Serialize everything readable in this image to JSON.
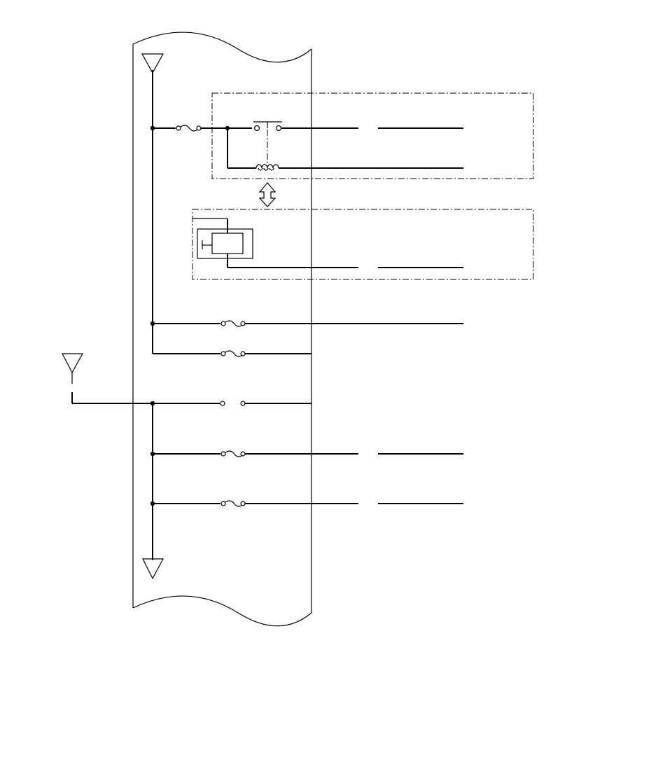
{
  "diagram": {
    "type": "electrical-wiring-diagram",
    "colors": {
      "line": "#000000",
      "background": "#ffffff"
    },
    "ground_symbols": [
      {
        "name": "ground-top-icon"
      },
      {
        "name": "ground-left-icon"
      },
      {
        "name": "ground-bottom-icon"
      }
    ],
    "circuits": [
      {
        "name": "circuit-1-fuse-relay-switch"
      },
      {
        "name": "circuit-2-relay-coil"
      },
      {
        "name": "circuit-3-control-module"
      },
      {
        "name": "circuit-4-fuse"
      },
      {
        "name": "circuit-5-fuse"
      },
      {
        "name": "circuit-6-open-contact"
      },
      {
        "name": "circuit-7-fuse"
      },
      {
        "name": "circuit-8-fuse"
      }
    ],
    "components": [
      {
        "name": "relay-box"
      },
      {
        "name": "module-box"
      },
      {
        "name": "relay-module-link-arrow"
      }
    ]
  }
}
